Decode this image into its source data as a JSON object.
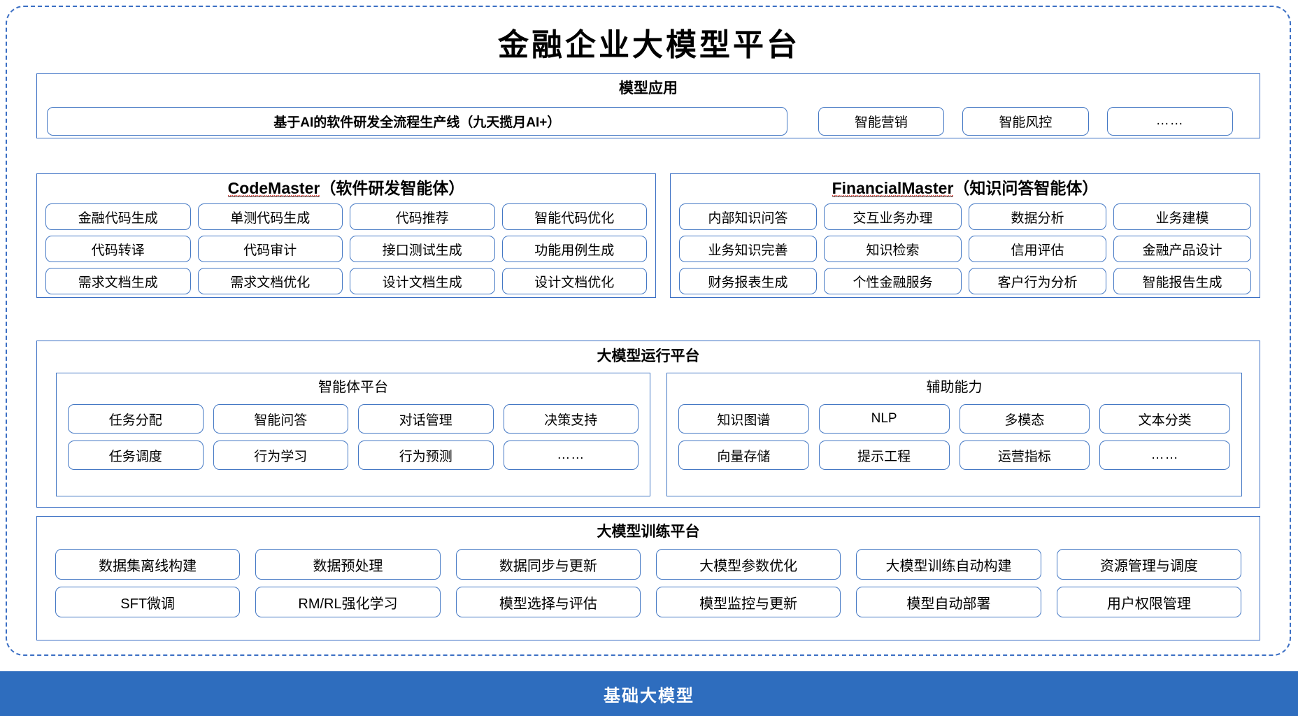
{
  "page_title": "金融企业大模型平台",
  "colors": {
    "frame_blue": "#3B6FC4",
    "pill_blue": "#4478C4",
    "foundation_bar_blue": "#2E6DBE",
    "spellcheck_red": "#E03A2F"
  },
  "model_application": {
    "title": "模型应用",
    "pipeline": "基于AI的软件研发全流程生产线（九天揽月AI+）",
    "apps": [
      "智能营销",
      "智能风控",
      "……"
    ]
  },
  "agents": [
    {
      "name": "CodeMaster",
      "suffix": "（软件研发智能体）",
      "items": [
        "金融代码生成",
        "单测代码生成",
        "代码推荐",
        "智能代码优化",
        "代码转译",
        "代码审计",
        "接口测试生成",
        "功能用例生成",
        "需求文档生成",
        "需求文档优化",
        "设计文档生成",
        "设计文档优化"
      ]
    },
    {
      "name": "FinancialMaster",
      "suffix": "（知识问答智能体）",
      "items": [
        "内部知识问答",
        "交互业务办理",
        "数据分析",
        "业务建模",
        "业务知识完善",
        "知识检索",
        "信用评估",
        "金融产品设计",
        "财务报表生成",
        "个性金融服务",
        "客户行为分析",
        "智能报告生成"
      ]
    }
  ],
  "runtime_platform": {
    "title": "大模型运行平台",
    "groups": [
      {
        "title": "智能体平台",
        "items": [
          "任务分配",
          "智能问答",
          "对话管理",
          "决策支持",
          "任务调度",
          "行为学习",
          "行为预测",
          "……"
        ]
      },
      {
        "title": "辅助能力",
        "items": [
          "知识图谱",
          "NLP",
          "多模态",
          "文本分类",
          "向量存储",
          "提示工程",
          "运营指标",
          "……"
        ]
      }
    ]
  },
  "training_platform": {
    "title": "大模型训练平台",
    "items": [
      "数据集离线构建",
      "数据预处理",
      "数据同步与更新",
      "大模型参数优化",
      "大模型训练自动构建",
      "资源管理与调度",
      "SFT微调",
      "RM/RL强化学习",
      "模型选择与评估",
      "模型监控与更新",
      "模型自动部署",
      "用户权限管理"
    ]
  },
  "foundation": {
    "label": "基础大模型"
  }
}
